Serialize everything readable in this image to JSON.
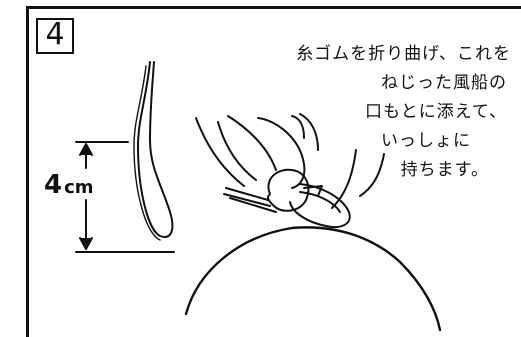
{
  "step": {
    "number": "4"
  },
  "measurement": {
    "value": "4",
    "unit": "cm"
  },
  "caption": {
    "lines": [
      "糸ゴムを折り曲げ、これを",
      "ねじった風船の",
      "口もとに添えて、",
      "いっしょに",
      "持ちます。"
    ]
  }
}
